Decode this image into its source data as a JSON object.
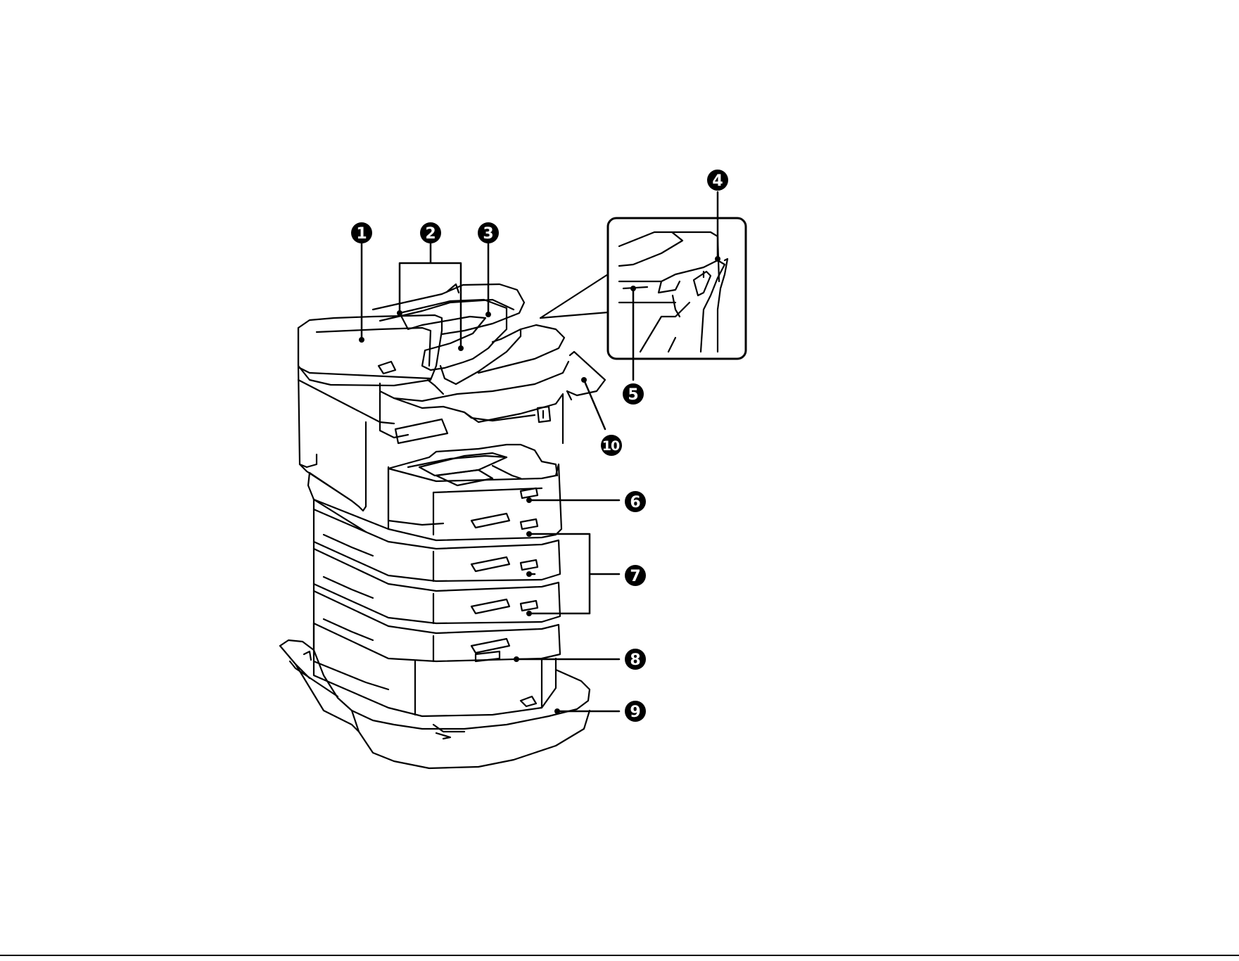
{
  "diagram": {
    "callouts": [
      {
        "id": 1,
        "label": "1"
      },
      {
        "id": 2,
        "label": "2"
      },
      {
        "id": 3,
        "label": "3"
      },
      {
        "id": 4,
        "label": "4"
      },
      {
        "id": 5,
        "label": "5"
      },
      {
        "id": 6,
        "label": "6"
      },
      {
        "id": 7,
        "label": "7"
      },
      {
        "id": 8,
        "label": "8"
      },
      {
        "id": 9,
        "label": "9"
      },
      {
        "id": 10,
        "label": "10"
      }
    ]
  },
  "colors": {
    "line": "#000000",
    "background": "#ffffff"
  }
}
